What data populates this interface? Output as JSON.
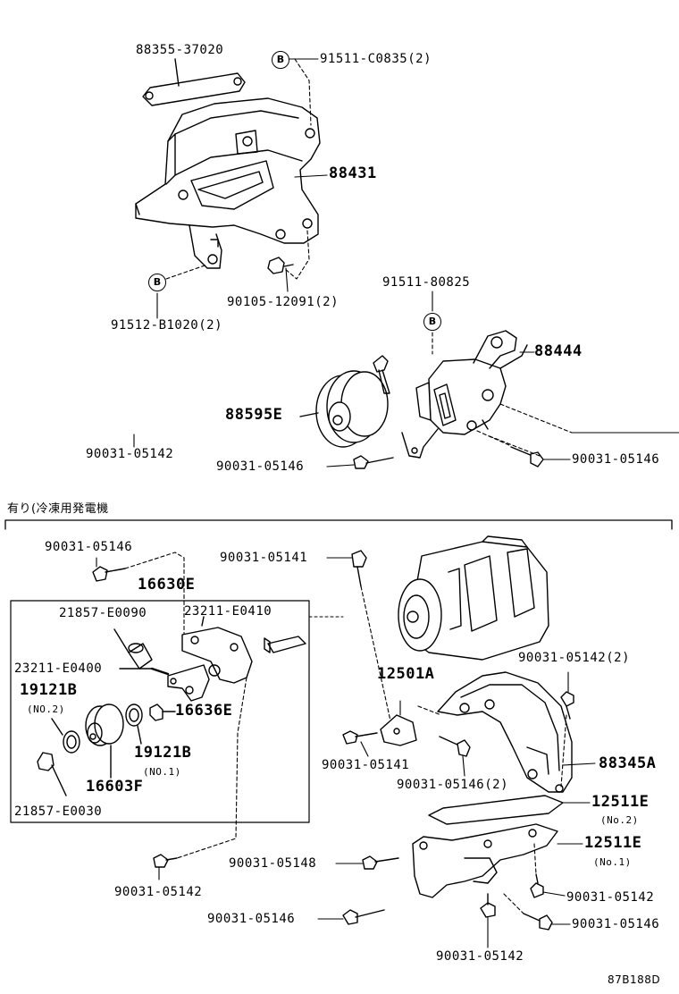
{
  "labels": {
    "p88355": "88355-37020",
    "p91511c": "91511-C0835(2)",
    "p88431": "88431",
    "p91512": "91512-B1020(2)",
    "p90105": "90105-12091(2)",
    "p91511_80825": "91511-80825",
    "p88444": "88444",
    "p88595e": "88595E",
    "p90031_05142_a": "90031-05142",
    "p90031_05146_a": "90031-05146",
    "p90031_05146_b": "90031-05146",
    "section_title": "有り(冷凍用発電機",
    "p90031_05146_c": "90031-05146",
    "p90031_05141_a": "90031-05141",
    "p16630e": "16630E",
    "p21857_e0090": "21857-E0090",
    "p23211_e0410": "23211-E0410",
    "p23211_e0400": "23211-E0400",
    "p19121b_a": "19121B",
    "no2_a": "(NO.2)",
    "p16636e": "16636E",
    "p19121b_b": "19121B",
    "no1_a": "(NO.1)",
    "p16603f": "16603F",
    "p21857_e0030": "21857-E0030",
    "p12501a": "12501A",
    "p90031_05142_2": "90031-05142(2)",
    "p88345a": "88345A",
    "p90031_05141_b": "90031-05141",
    "p90031_05146_2": "90031-05146(2)",
    "p12511e_a": "12511E",
    "no2_b": "(No.2)",
    "p12511e_b": "12511E",
    "no1_b": "(No.1)",
    "p90031_05148": "90031-05148",
    "p90031_05142_b": "90031-05142",
    "p90031_05142_c": "90031-05142",
    "p90031_05146_d": "90031-05146",
    "p90031_05146_e": "90031-05146",
    "p90031_05142_d": "90031-05142",
    "ref_code": "87B188D"
  },
  "markers": {
    "b": "B"
  }
}
